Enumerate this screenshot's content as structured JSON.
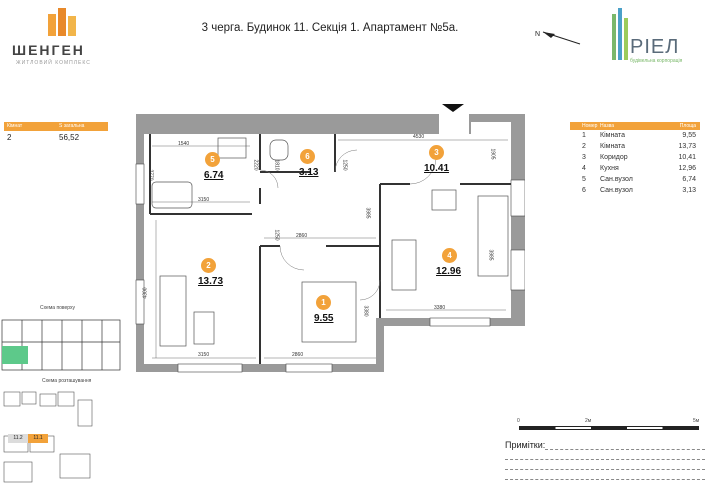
{
  "header": {
    "brand": "ШЕНГЕН",
    "brand_subtitle": "ЖИТЛОВИЙ КОМПЛЕКС",
    "title": "3 черга. Будинок 11. Секція 1. Апартамент №5а.",
    "developer": "РІЕЛ",
    "developer_subtitle": "будівельна корпорація",
    "north": "N"
  },
  "colors": {
    "accent": "#f2a23a",
    "wall": "#9a9a9a",
    "highlight": "#5dc98a"
  },
  "apartment_info": {
    "headers": [
      "Кімнат",
      "S загальна"
    ],
    "rooms_count": "2",
    "total_area": "56,52"
  },
  "rooms_table": {
    "headers": [
      "Номер",
      "Назва",
      "Площа"
    ],
    "rows": [
      {
        "num": "1",
        "name": "Кімната",
        "area": "9,55"
      },
      {
        "num": "2",
        "name": "Кімната",
        "area": "13,73"
      },
      {
        "num": "3",
        "name": "Коридор",
        "area": "10,41"
      },
      {
        "num": "4",
        "name": "Кухня",
        "area": "12,96"
      },
      {
        "num": "5",
        "name": "Сан.вузол",
        "area": "6,74"
      },
      {
        "num": "6",
        "name": "Сан.вузол",
        "area": "3,13"
      }
    ]
  },
  "plan_labels": [
    {
      "num": "5",
      "area": "6.74"
    },
    {
      "num": "6",
      "area": "3.13"
    },
    {
      "num": "3",
      "area": "10.41"
    },
    {
      "num": "2",
      "area": "13.73"
    },
    {
      "num": "4",
      "area": "12.96"
    },
    {
      "num": "1",
      "area": "9.55"
    }
  ],
  "dimensions": [
    "1540",
    "2220",
    "1810",
    "1250",
    "4530",
    "1905",
    "3150",
    "2770",
    "2860",
    "1250",
    "3150",
    "4300",
    "3985",
    "3380",
    "2860",
    "3380",
    "3985"
  ],
  "floor_scheme_label": "Схема поверху",
  "placement_scheme_label": "Схема розташування",
  "placement_buildings": [
    "11.2",
    "11.1"
  ],
  "scale": {
    "zero": "0",
    "mid": "2м",
    "end": "5м"
  },
  "notes_label": "Примітки:"
}
